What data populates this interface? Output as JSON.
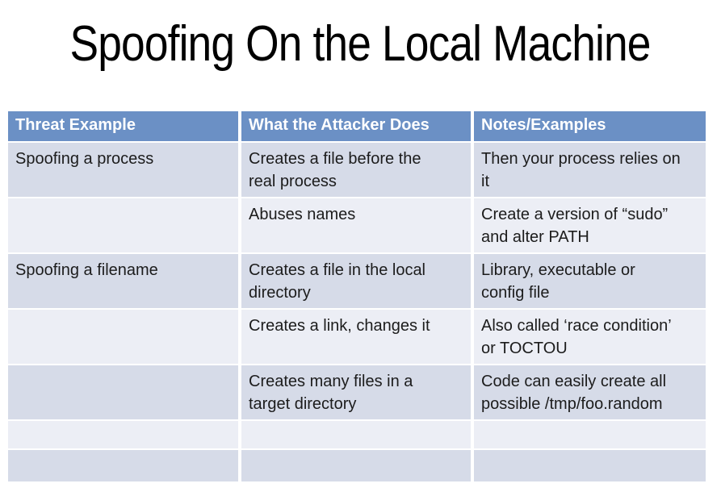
{
  "slide": {
    "title": "Spoofing On the Local Machine"
  },
  "colors": {
    "header_bg": "#6b90c5",
    "row_dark": "#d6dbe8",
    "row_light": "#eceef5",
    "header_text": "#ffffff",
    "body_text": "#1c1c1c",
    "page_bg": "#ffffff"
  },
  "table": {
    "headers": [
      "Threat Example",
      "What the Attacker Does",
      "Notes/Examples"
    ],
    "rows": [
      [
        "Spoofing a process",
        "Creates a file before the\nreal process",
        "Then your process relies on\nit"
      ],
      [
        "",
        "Abuses names",
        "Create a version of “sudo”\nand alter PATH"
      ],
      [
        "Spoofing a filename",
        "Creates a file in the local\ndirectory",
        "Library, executable or\nconfig file"
      ],
      [
        "",
        "Creates a link, changes it",
        "Also called ‘race condition’\nor TOCTOU"
      ],
      [
        "",
        "Creates many files in a\ntarget directory",
        "Code can easily create all\npossible /tmp/foo.random"
      ],
      [
        "",
        "",
        ""
      ],
      [
        "",
        "",
        ""
      ]
    ]
  }
}
